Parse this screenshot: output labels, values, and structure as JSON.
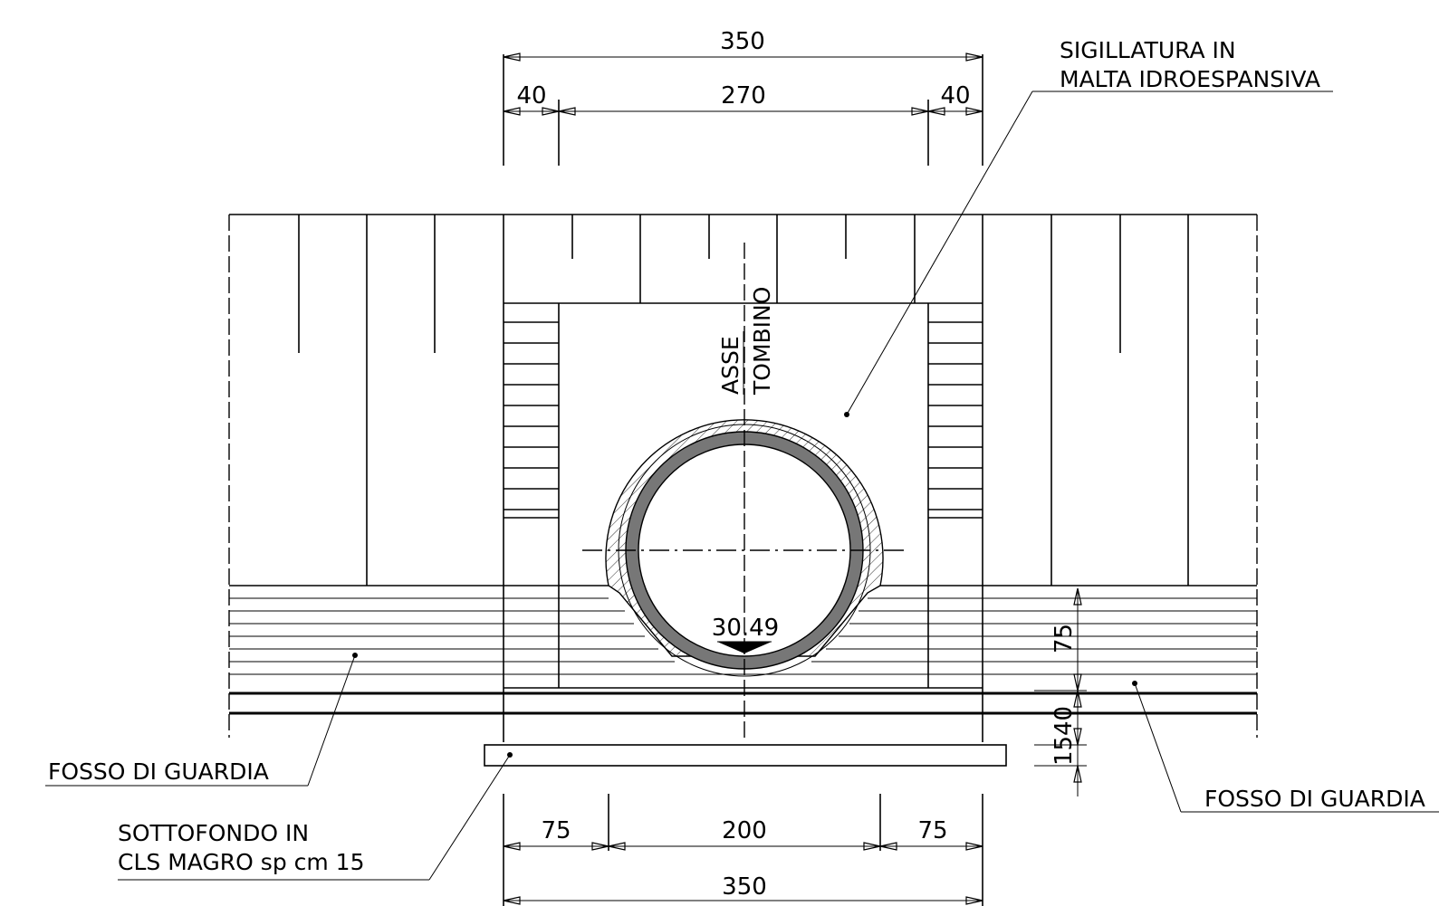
{
  "dimensions": {
    "top_total": "350",
    "top_left": "40",
    "top_middle": "270",
    "top_right": "40",
    "bottom_left": "75",
    "bottom_middle": "200",
    "bottom_right": "75",
    "bottom_total": "350",
    "vertical_upper": "75",
    "vertical_middle": "40",
    "vertical_lower": "15",
    "pipe_invert": "30.49"
  },
  "labels": {
    "sealing_line1": "SIGILLATURA IN",
    "sealing_line2": "MALTA IDROESPANSIVA",
    "axis_line1": "ASSE",
    "axis_line2": "TOMBINO",
    "ditch_left": "FOSSO DI GUARDIA",
    "ditch_right": "FOSSO DI GUARDIA",
    "base_line1": "SOTTOFONDO IN",
    "base_line2": "CLS MAGRO sp cm 15"
  }
}
